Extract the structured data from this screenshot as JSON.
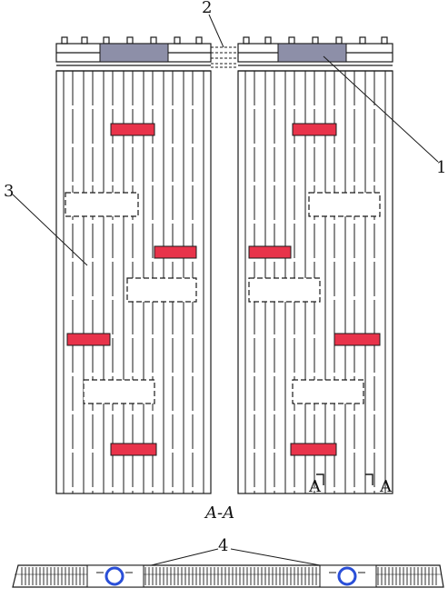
{
  "section_label": "A-A",
  "callouts": {
    "c1": "1",
    "c2": "2",
    "c3": "3",
    "c4": "4"
  },
  "marks": {
    "left": "A",
    "right": "A"
  },
  "colors": {
    "line": "#1a1a1a",
    "red_block": "#e8334a",
    "header_block": "#8d8fa8",
    "pipe_ring": "#2a4fd8"
  }
}
